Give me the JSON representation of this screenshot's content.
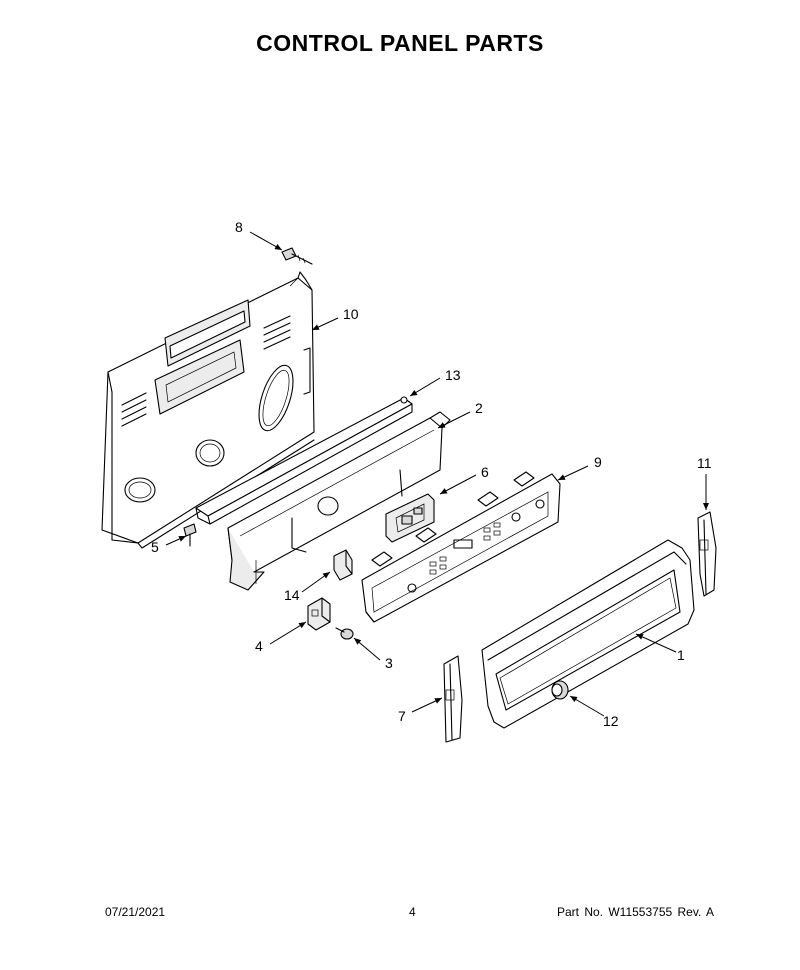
{
  "title": "CONTROL PANEL PARTS",
  "footer": {
    "date": "07/21/2021",
    "page": "4",
    "part_no": "Part No.  W11553755  Rev.  A"
  },
  "callouts": [
    "1",
    "2",
    "3",
    "4",
    "5",
    "6",
    "7",
    "8",
    "9",
    "10",
    "11",
    "12",
    "13",
    "14"
  ]
}
